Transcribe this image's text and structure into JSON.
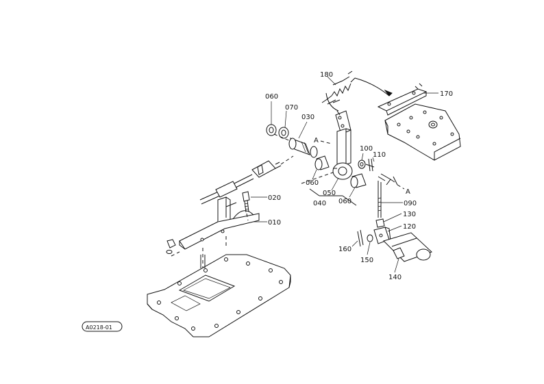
{
  "callouts": {
    "c010": "010",
    "c020": "020",
    "c030": "030",
    "c040": "040",
    "c050": "050",
    "c060a": "060",
    "c060b": "060",
    "c060c": "060",
    "c070": "070",
    "c090": "090",
    "c100": "100",
    "c110": "110",
    "c120": "120",
    "c130": "130",
    "c140": "140",
    "c150": "150",
    "c160": "160",
    "c170": "170",
    "c180": "180",
    "refA1": "A",
    "refA2": "A"
  },
  "stamp": "A0218-01"
}
